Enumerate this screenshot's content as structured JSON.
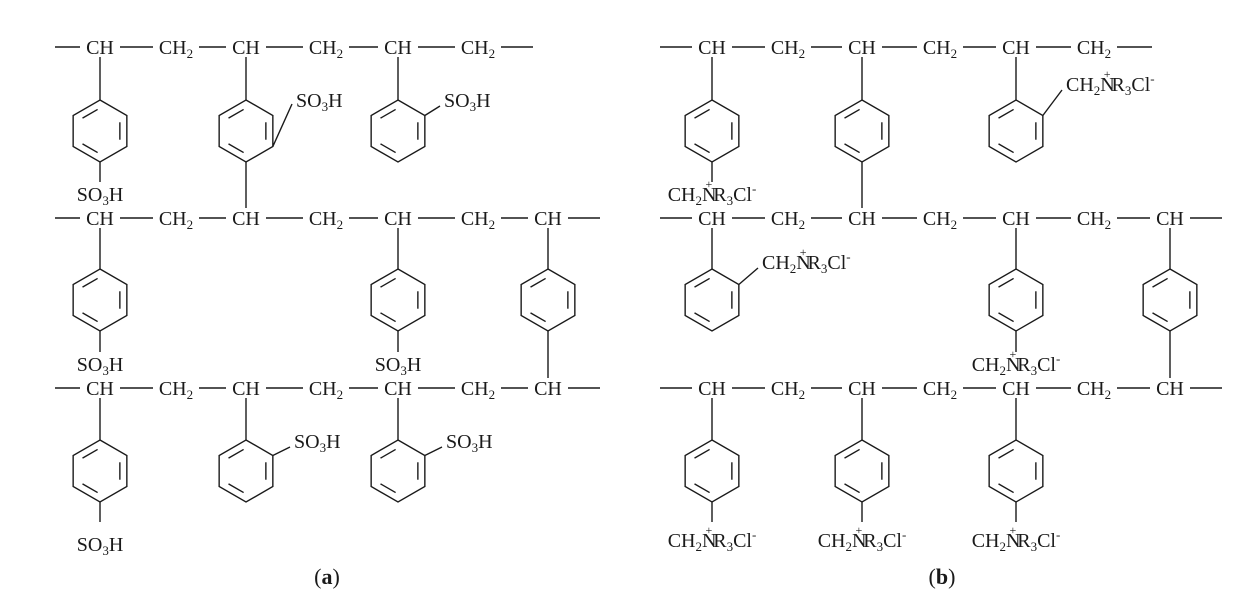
{
  "chain_labels": {
    "ch": "CH",
    "ch2_main": "CH",
    "ch2_sub": "2"
  },
  "group_labels": {
    "sulfonic_main": "SO",
    "sulfonic_sub": "3",
    "sulfonic_tail": "H",
    "amine_pre": "CH",
    "amine_pre_sub": "2",
    "amine_n": "N",
    "amine_plus": "+",
    "amine_r": "R",
    "amine_r_sub": "3",
    "amine_tail": "Cl",
    "amine_minus": "-"
  },
  "captions": {
    "a_open": "(",
    "a_letter": "a",
    "a_close": ")",
    "b_open": "(",
    "b_letter": "b",
    "b_close": ")"
  }
}
